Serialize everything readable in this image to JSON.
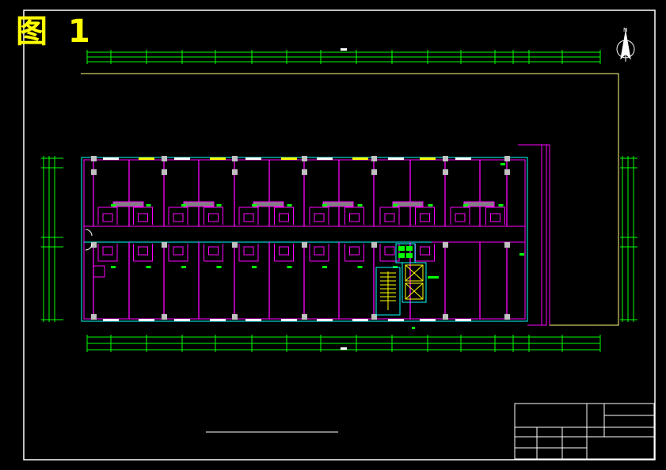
{
  "figure": {
    "label": "图 1"
  },
  "north_arrow": {
    "letter": "N"
  },
  "colors": {
    "background": "#000000",
    "frame": "#ffffff",
    "dimension": "#00ff00",
    "wall": "#ff00ff",
    "window": "#ffff00",
    "column": "#c0c0c0",
    "outline": "#ffff80",
    "stair": "#00ffff",
    "label_text": "#ffff00"
  },
  "icons": {
    "north_arrow": "north-arrow-icon",
    "door": "door-swing-icon",
    "elevator": "elevator-icon",
    "stair": "stair-icon"
  },
  "title_block": {
    "rows": 5,
    "cols": 3
  }
}
